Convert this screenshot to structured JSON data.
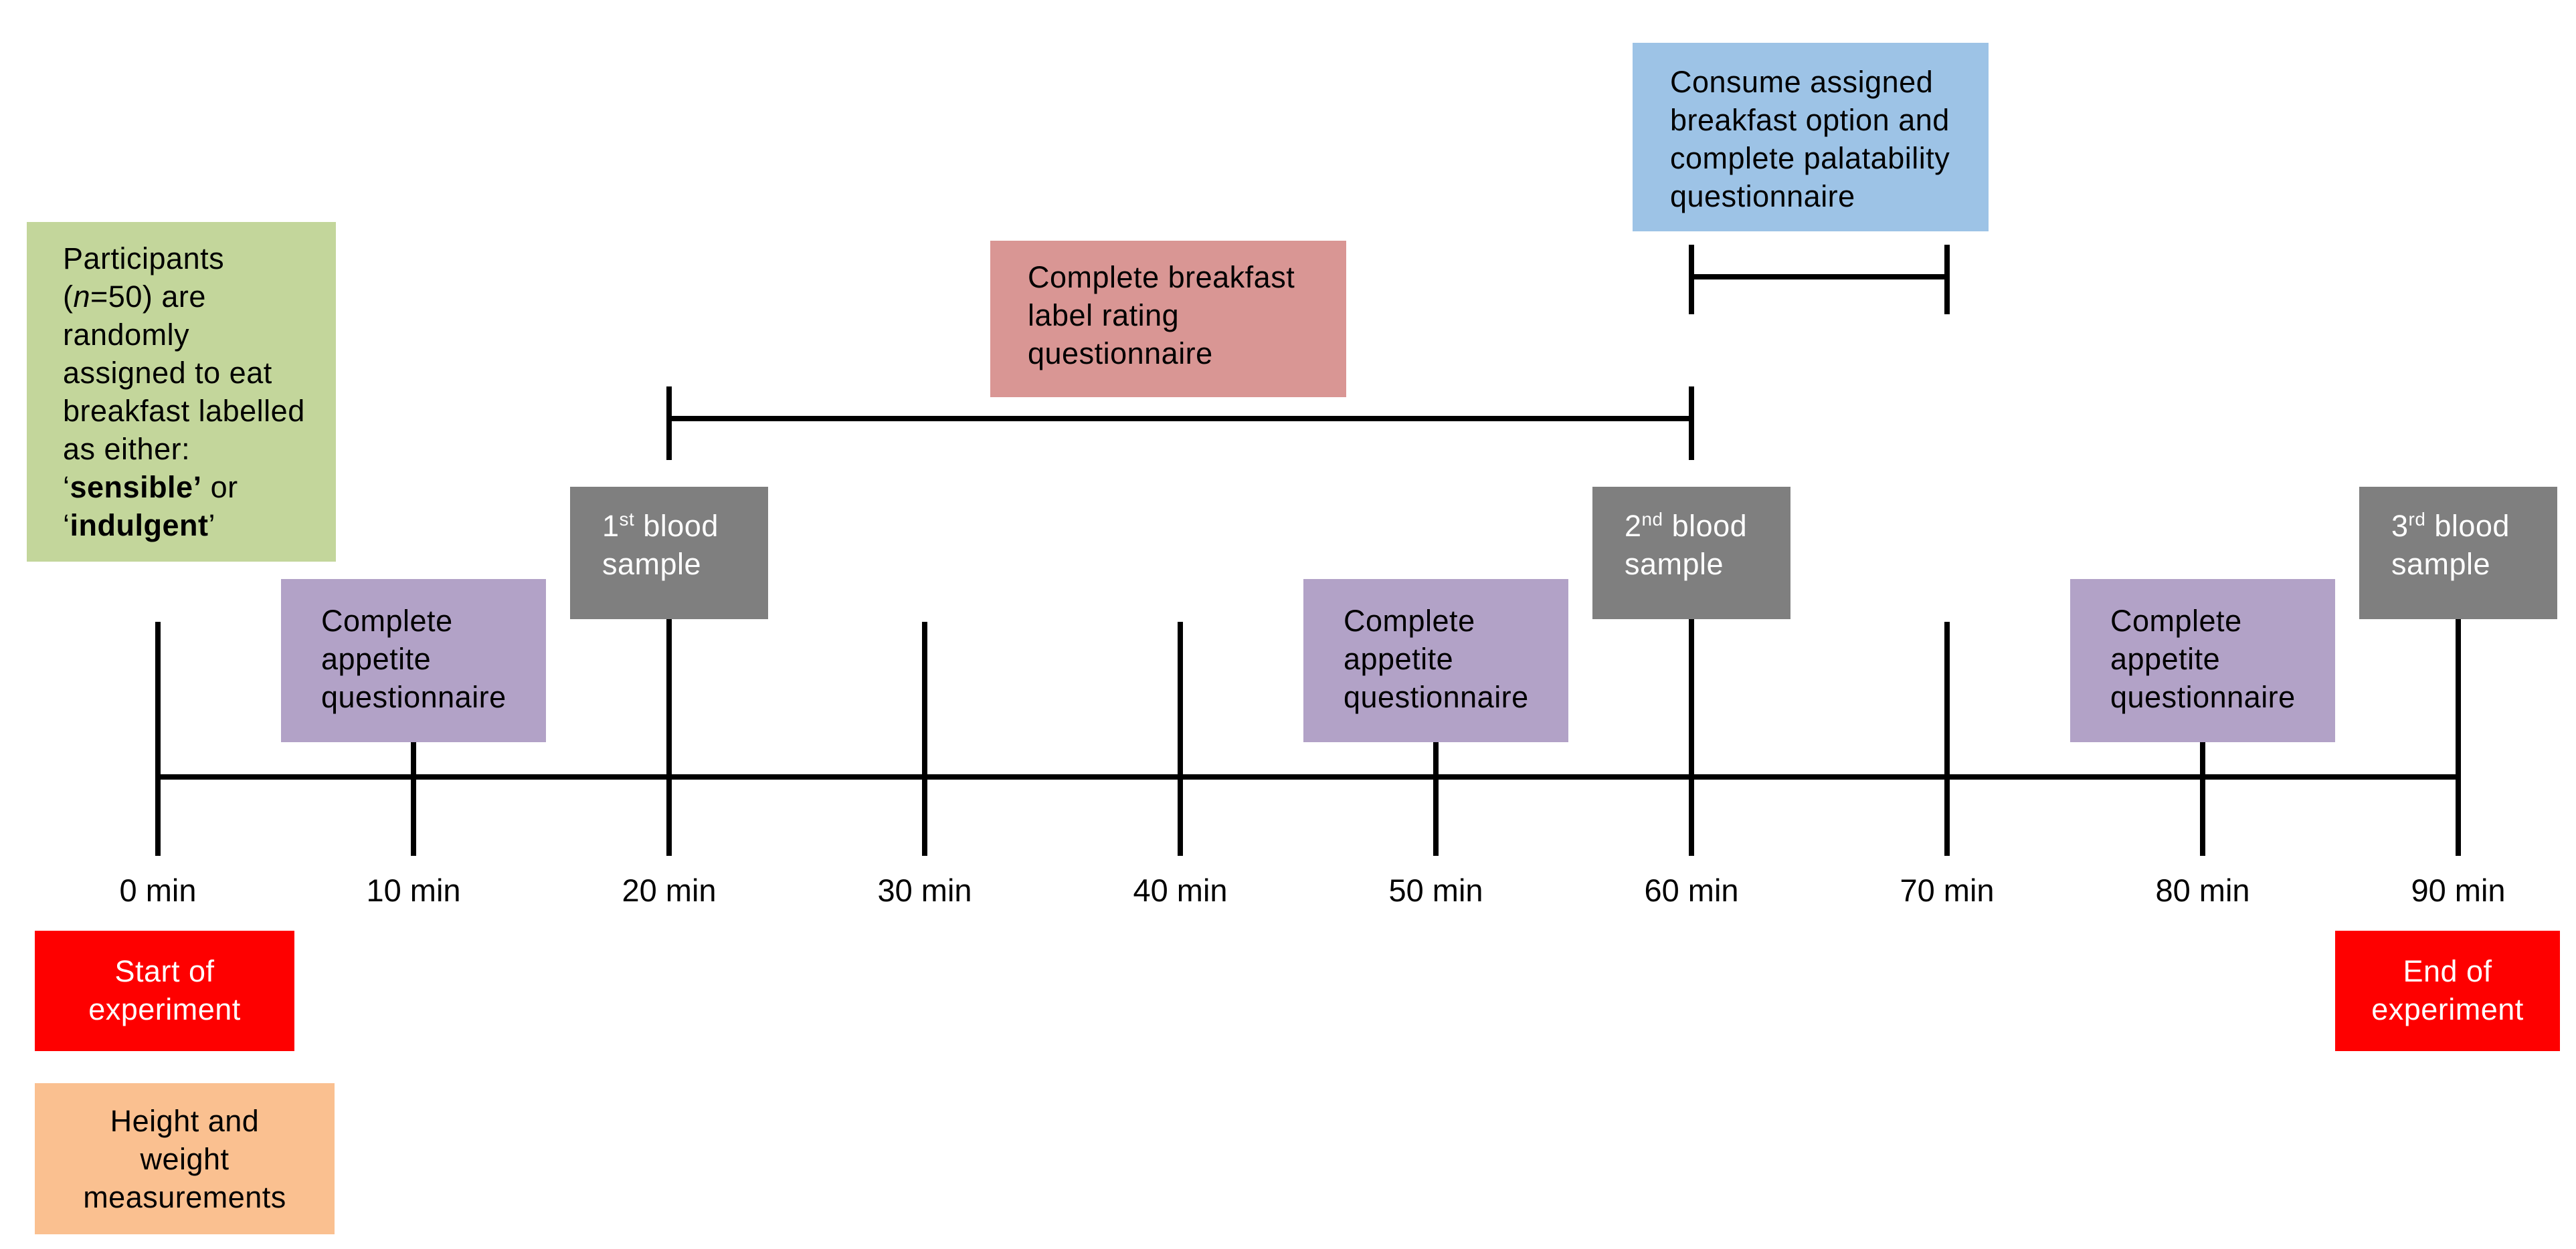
{
  "colors": {
    "green": "#c3d69b",
    "blue": "#9dc3e6",
    "pink": "#d99694",
    "purple": "#b2a2c7",
    "gray": "#7f7f7f",
    "red": "#fe0000",
    "orange": "#fac090",
    "line": "#000000"
  },
  "timeline": {
    "tick_labels": [
      "0 min",
      "10 min",
      "20 min",
      "30 min",
      "40 min",
      "50 min",
      "60 min",
      "70 min",
      "80 min",
      "90 min"
    ]
  },
  "participants": {
    "l1": "Participants",
    "l2a": "(",
    "l2b": "n",
    "l2c": "=50) are",
    "l3": "randomly",
    "l4": "assigned to eat",
    "l5": "breakfast labelled",
    "l6": "as either:",
    "l7a": "‘",
    "l7b": "sensible’",
    "l7c": " or",
    "l8a": "‘",
    "l8b": "indulgent",
    "l8c": "’"
  },
  "consume": {
    "l1": "Consume assigned",
    "l2": "breakfast option and",
    "l3": "complete palatability",
    "l4": "questionnaire"
  },
  "rating": {
    "l1": "Complete breakfast",
    "l2": "label rating",
    "l3": "questionnaire"
  },
  "blood": [
    {
      "num": "1",
      "sup": "st",
      "rest": " blood",
      "l2": "sample"
    },
    {
      "num": "2",
      "sup": "nd",
      "rest": " blood",
      "l2": "sample"
    },
    {
      "num": "3",
      "sup": "rd",
      "rest": " blood",
      "l2": "sample"
    }
  ],
  "appetite": {
    "l1": "Complete",
    "l2": "appetite",
    "l3": "questionnaire"
  },
  "start_box": {
    "l1": "Start of",
    "l2": "experiment"
  },
  "end_box": {
    "l1": "End of",
    "l2": "experiment"
  },
  "height_weight": {
    "l1": "Height and",
    "l2": "weight",
    "l3": "measurements"
  }
}
